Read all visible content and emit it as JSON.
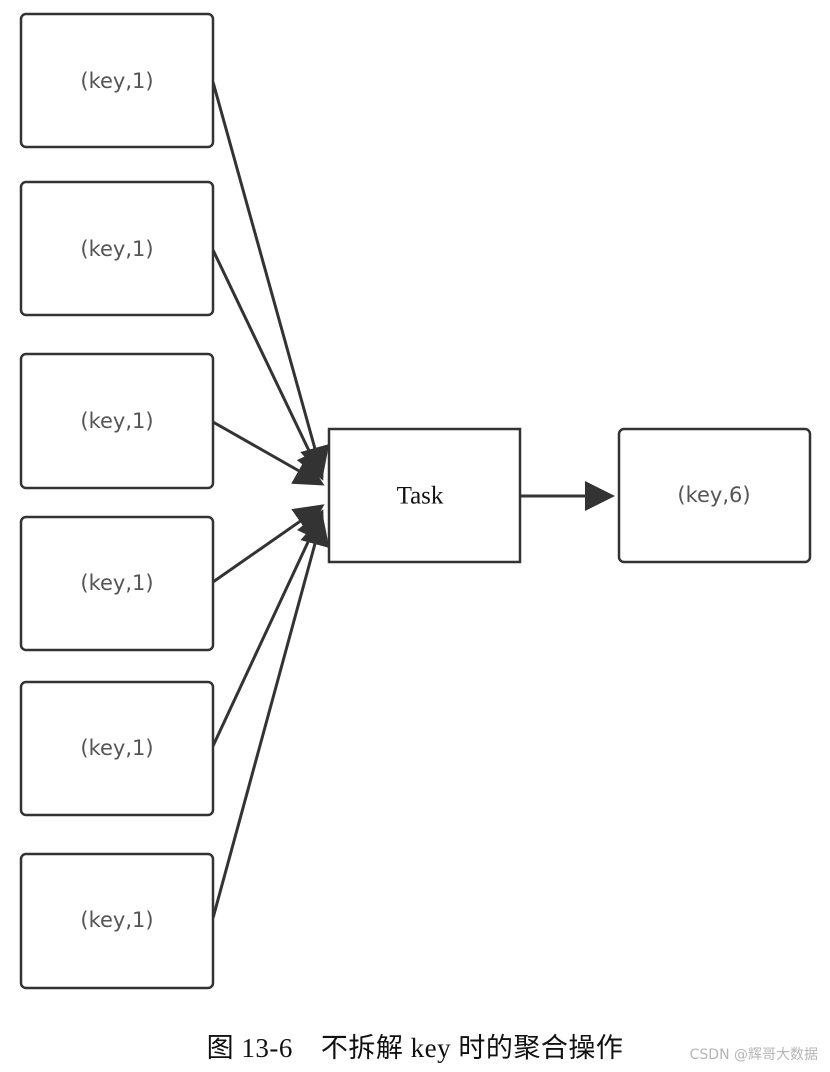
{
  "diagram": {
    "inputs": [
      {
        "label": "(key,1)"
      },
      {
        "label": "(key,1)"
      },
      {
        "label": "(key,1)"
      },
      {
        "label": "(key,1)"
      },
      {
        "label": "(key,1)"
      },
      {
        "label": "(key,1)"
      }
    ],
    "task": {
      "label": "Task"
    },
    "output": {
      "label": "(key,6)"
    }
  },
  "caption": {
    "number": "图 13-6",
    "text": "不拆解 key 时的聚合操作"
  },
  "watermark": "CSDN @辉哥大数据",
  "colors": {
    "stroke": "#333333",
    "node_text": "#555555"
  }
}
